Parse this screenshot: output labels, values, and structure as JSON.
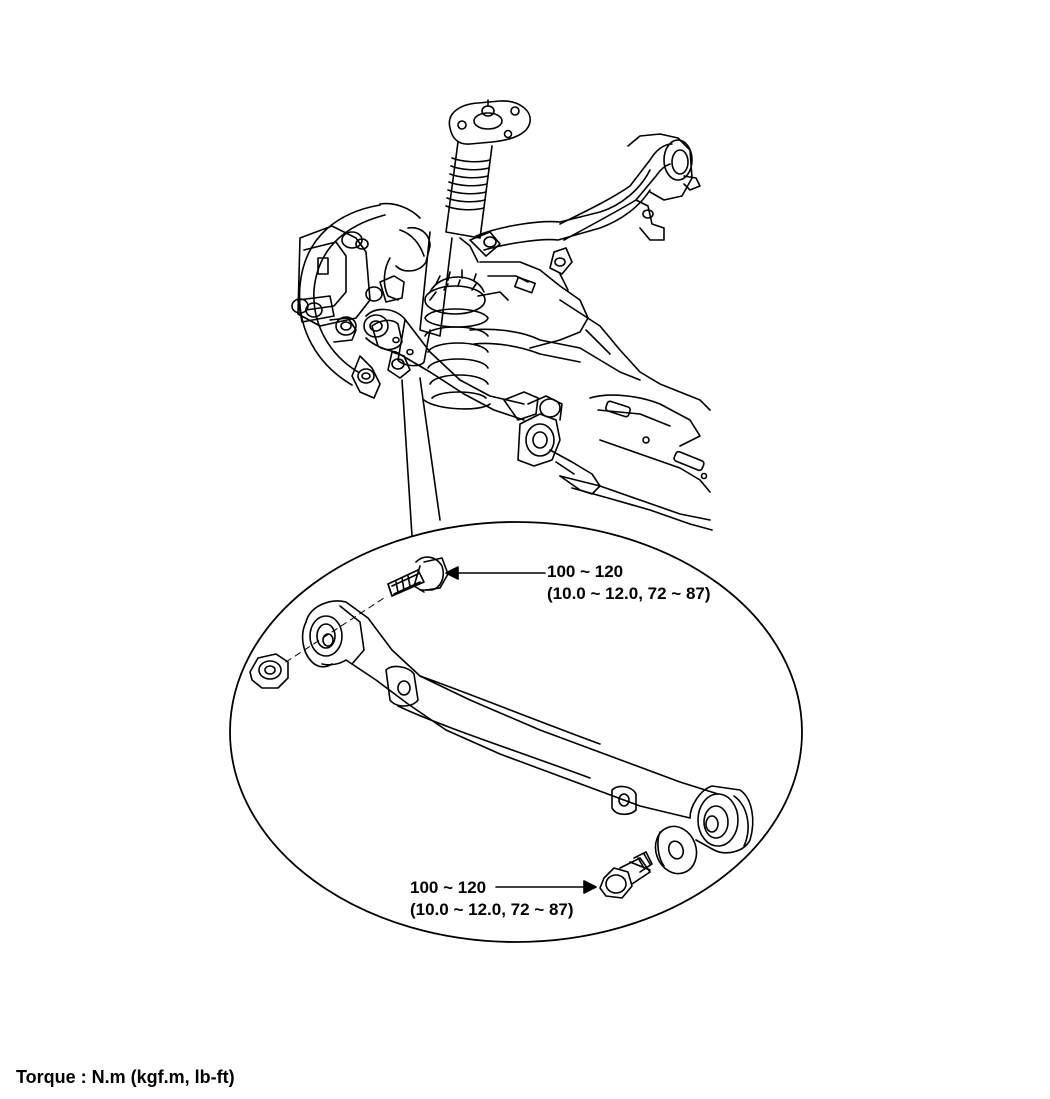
{
  "callouts": {
    "upper_bolt": {
      "torque_range": "100 ~ 120",
      "converted": "(10.0 ~ 12.0, 72 ~ 87)"
    },
    "lower_bolt": {
      "torque_range": "100 ~ 120",
      "converted": "(10.0 ~ 12.0, 72 ~ 87)"
    }
  },
  "legend": {
    "torque_units": "Torque : N.m (kgf.m, lb-ft)"
  }
}
